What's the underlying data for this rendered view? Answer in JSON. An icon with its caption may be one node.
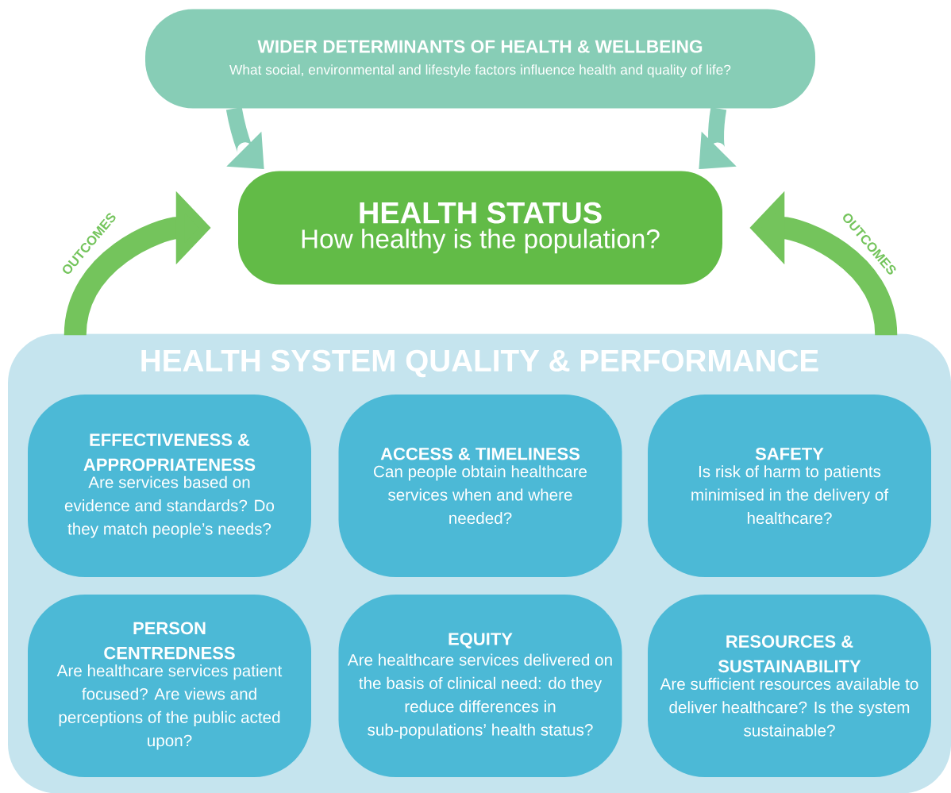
{
  "diagram": {
    "nodes": [
      {
        "text": [
          "WIDER DETERMINANTS OF HEALTH & WELLBEING",
          "What social, environmental and lifestyle factors influence health and quality of life?"
        ]
      },
      {
        "text": [
          "HEALTH STATUS",
          "How healthy is the population?"
        ]
      },
      {
        "text": [
          "HEALTH SYSTEM QUALITY & PERFORMANCE"
        ]
      },
      {
        "text": [
          "EFFECTIVENESS & APPROPRIATENESS",
          "Are services based on evidence and standards? Do they match people’s needs?"
        ],
        "in": 2
      },
      {
        "text": [
          "ACCESS & TIMELINESS",
          "Can people obtain healthcare services when and where needed?"
        ],
        "in": 2
      },
      {
        "text": [
          "SAFETY",
          "Is risk of harm to patients minimised in the delivery of healthcare?"
        ],
        "in": 2
      },
      {
        "text": [
          "PERSON CENTREDNESS",
          "Are healthcare services patient focused? Are views and perceptions of the public acted upon?"
        ],
        "in": 2
      },
      {
        "text": [
          "EQUITY",
          "Are healthcare services delivered on the basis of clinical need: do they reduce differences in sub-populations’ health status?"
        ],
        "in": 2
      },
      {
        "text": [
          "RESOURCES & SUSTAINABILITY",
          "Are sufficient resources available to deliver healthcare? Is the system sustainable?"
        ],
        "in": 2
      }
    ],
    "edges": [
      {
        "from": 0,
        "to": 1,
        "arrow": "to",
        "color": "#87cdb6"
      },
      {
        "from": 0,
        "to": 1,
        "arrow": "to",
        "color": "#87cdb6"
      },
      {
        "from": 2,
        "to": 1,
        "arrow": "to",
        "label": "OUTCOMES",
        "color": "#74c45c"
      },
      {
        "from": 2,
        "to": 1,
        "arrow": "to",
        "label": "OUTCOMES",
        "color": "#74c45c"
      }
    ]
  }
}
